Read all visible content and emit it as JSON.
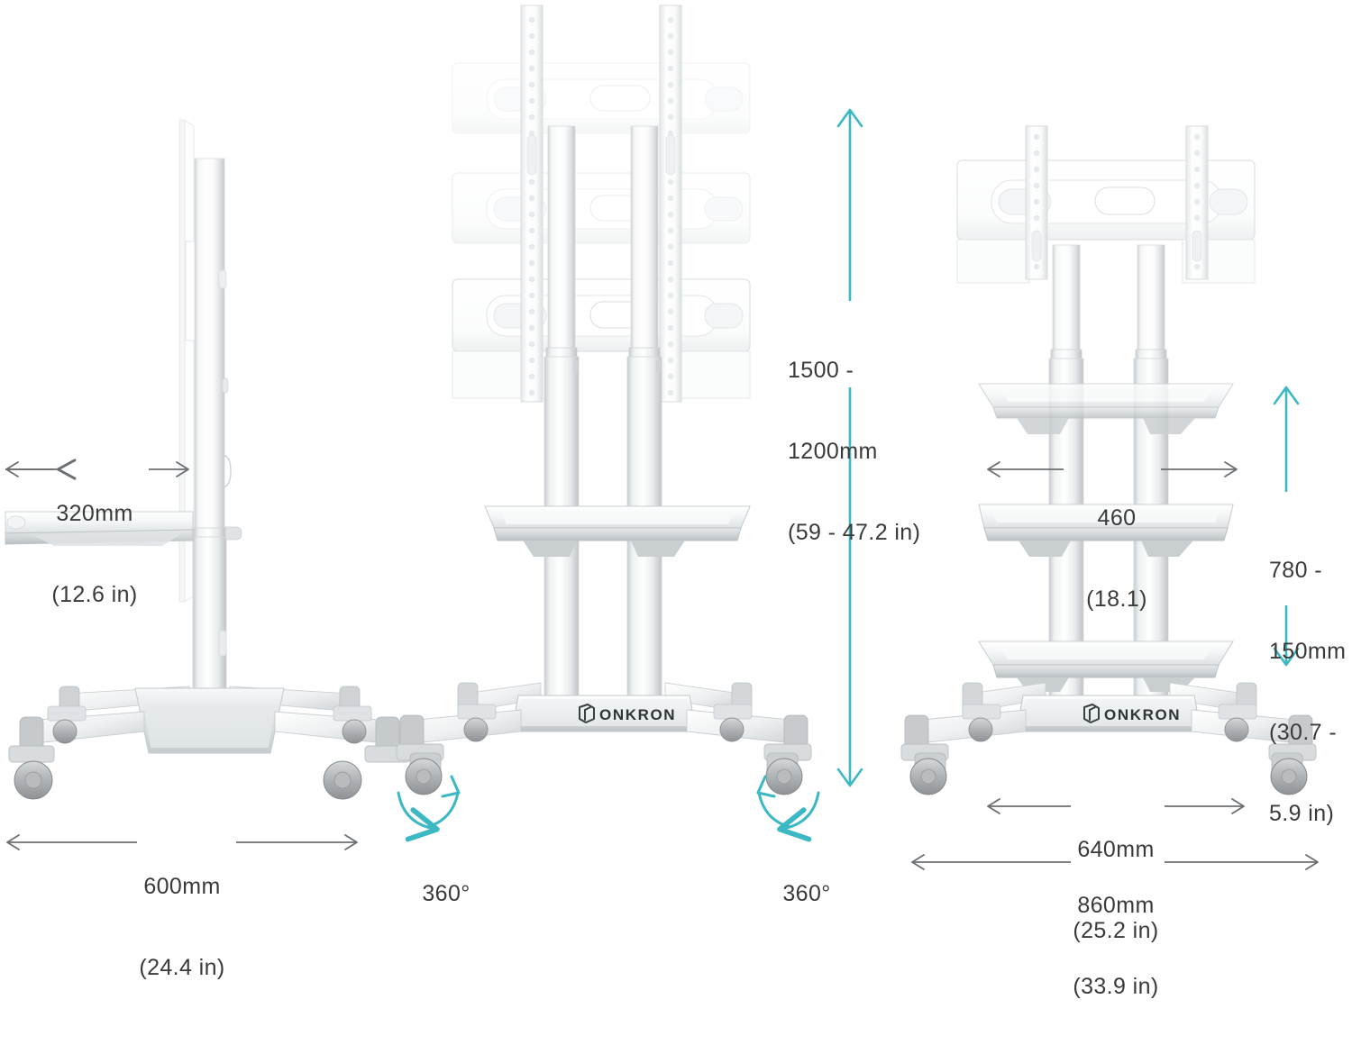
{
  "product": {
    "brand": "ONKRON",
    "logo_icon": "onkron-cube-logo-icon"
  },
  "accent_color": "#3BB8C4",
  "text_color": "#3a3a3a",
  "views": [
    {
      "id": "side-view",
      "label": "side profile view"
    },
    {
      "id": "front-view-height-adjust",
      "label": "front view with height adjustment"
    },
    {
      "id": "front-view-shelves",
      "label": "front view with shelves"
    }
  ],
  "dimensions": {
    "shelf_depth": {
      "name": "shelf-depth-dimension",
      "line1": "320mm",
      "line2": "(12.6 in)",
      "orientation": "horizontal"
    },
    "base_depth": {
      "name": "base-depth-dimension",
      "line1": "600mm",
      "line2": "(24.4 in)",
      "orientation": "horizontal"
    },
    "tv_height_range": {
      "name": "tv-height-range-dimension",
      "line1": "1500 -",
      "line2": "1200mm",
      "line3": "(59 - 47.2 in)",
      "orientation": "vertical"
    },
    "shelf_width": {
      "name": "shelf-width-dimension",
      "line1": "460",
      "line2": "(18.1)",
      "orientation": "horizontal"
    },
    "shelf_height_range": {
      "name": "shelf-height-range-dimension",
      "line1": "780 -",
      "line2": "150mm",
      "line3": "(30.7 -",
      "line4": "5.9 in)",
      "orientation": "vertical"
    },
    "base_inner_width": {
      "name": "base-inner-width-dimension",
      "line1": "640mm",
      "line2": "(25.2 in)",
      "orientation": "horizontal"
    },
    "base_outer_width": {
      "name": "base-outer-width-dimension",
      "line1": "860mm",
      "line2": "(33.9 in)",
      "orientation": "horizontal"
    }
  },
  "rotation_labels": [
    {
      "name": "caster-rotation-left",
      "text": "360°"
    },
    {
      "name": "caster-rotation-right",
      "text": "360°"
    }
  ]
}
